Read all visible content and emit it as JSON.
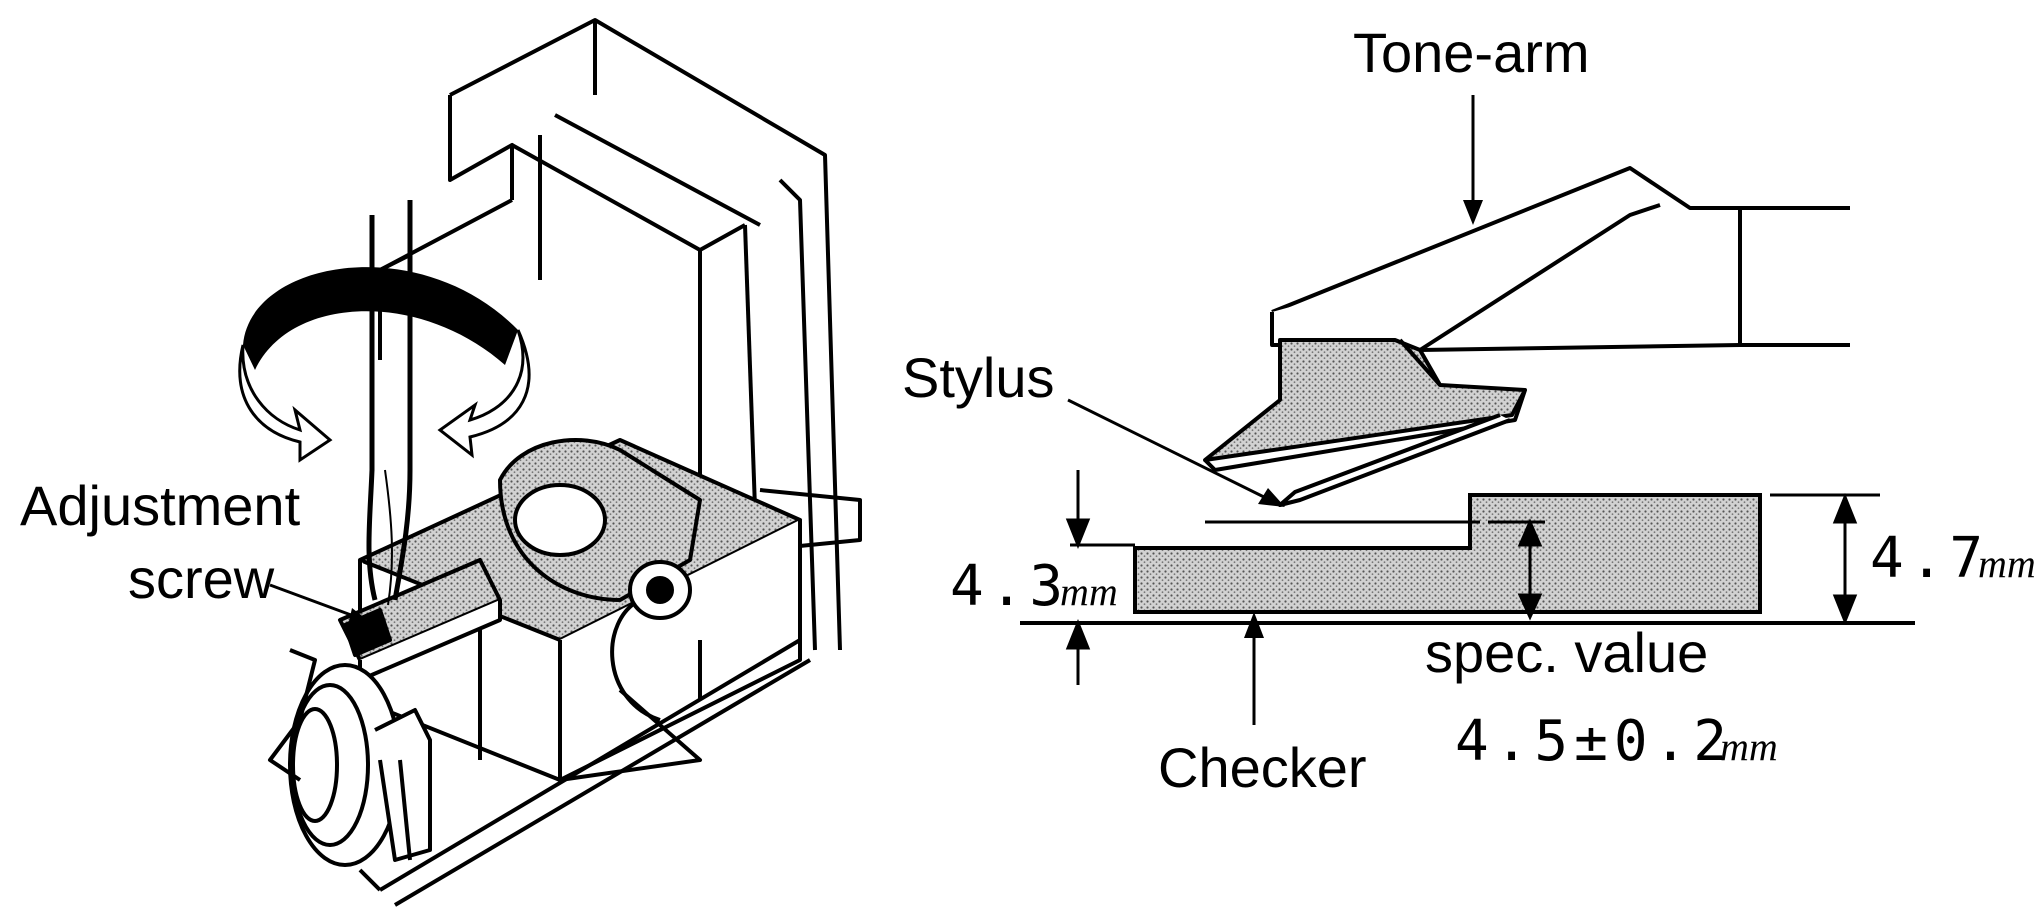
{
  "left_figure": {
    "labels": {
      "adjustment_line1": "Adjustment",
      "adjustment_line2": "screw"
    }
  },
  "right_figure": {
    "labels": {
      "tone_arm": "Tone-arm",
      "stylus": "Stylus",
      "checker": "Checker",
      "spec_caption": "spec. value"
    },
    "dimensions": {
      "low_value": "4.3",
      "low_unit": "mm",
      "high_value": "4.7",
      "high_unit": "mm",
      "spec_value": "4.5±0.2",
      "spec_unit": "mm"
    }
  },
  "colors": {
    "ink": "#000000",
    "stipple": "#bdbdbd",
    "paper": "#ffffff"
  }
}
